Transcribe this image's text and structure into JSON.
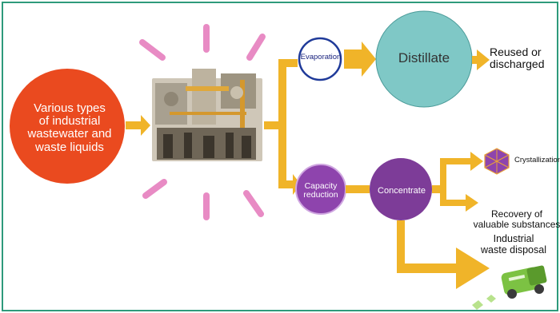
{
  "labels": {
    "source": "Various types\nof industrial\nwastewater and\nwaste liquids",
    "evaporation": "Evaporation",
    "distillate": "Distillate",
    "reused": "Reused or\ndischarged",
    "capacity_reduction": "Capacity\nreduction",
    "concentrate": "Concentrate",
    "crystallization": "Crystallization",
    "recovery": "Recovery of\nvaluable substances",
    "waste_disposal": "Industrial\nwaste disposal"
  },
  "colors": {
    "frame": "#2e9a7b",
    "arrow": "#f0b429",
    "source_fill": "#ea4a1f",
    "distillate_fill": "#7fc8c6",
    "evaporation_border": "#1f3a99",
    "capacity_fill": "#8e44ad",
    "concentrate_fill": "#7d3c98",
    "burst_rays": "#e88bc4",
    "crystal": "#8e44ad",
    "truck": "#7cc243"
  },
  "icons": {
    "machine": "industrial-evaporator-photo",
    "crystal": "hexagon-crystal-icon",
    "truck": "garbage-truck-icon"
  }
}
